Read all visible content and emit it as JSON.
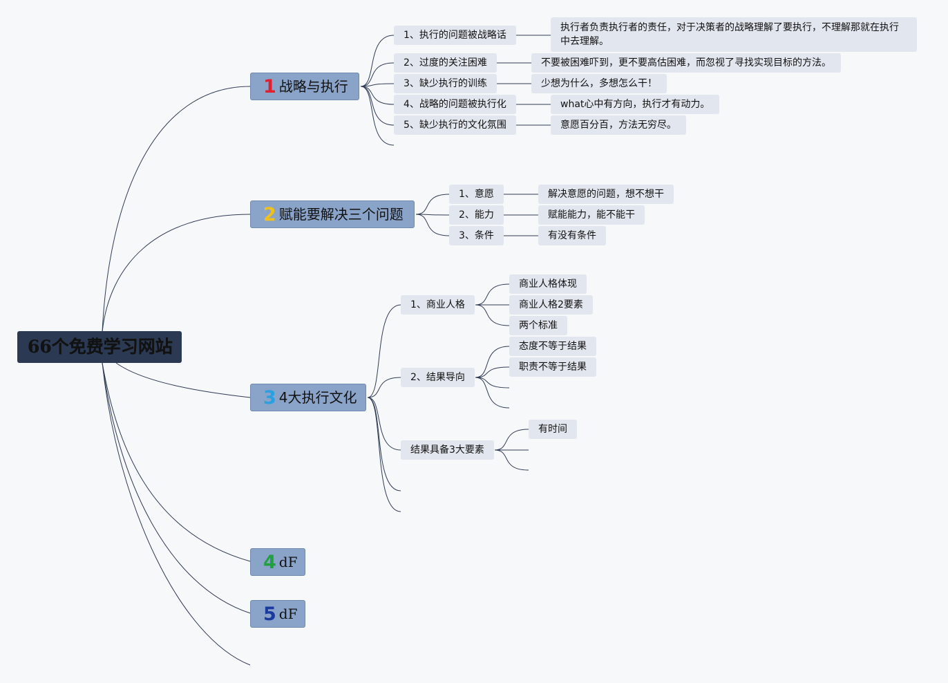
{
  "root": {
    "label": "66个免费学习网站"
  },
  "branches": [
    {
      "num": "1",
      "num_color": "#e02030",
      "label": "战略与执行",
      "items": [
        {
          "label": "1、执行的问题被战略话",
          "note": "执行者负责执行者的责任，对于决策者的战略理解了要执行，不理解那就在执行中去理解。"
        },
        {
          "label": "2、过度的关注困难",
          "note": "不要被困难吓到，更不要高估困难，而忽视了寻找实现目标的方法。"
        },
        {
          "label": "3、缺少执行的训练",
          "note": "少想为什么，多想怎么干！"
        },
        {
          "label": "4、战略的问题被执行化",
          "note": "what心中有方向，执行才有动力。"
        },
        {
          "label": "5、缺少执行的文化氛围",
          "note": "意愿百分百，方法无穷尽。"
        }
      ]
    },
    {
      "num": "2",
      "num_color": "#f0c020",
      "label": "赋能要解决三个问题",
      "items": [
        {
          "label": "1、意愿",
          "note": "解决意愿的问题，想不想干"
        },
        {
          "label": "2、能力",
          "note": "赋能能力，能不能干"
        },
        {
          "label": "3、条件",
          "note": "有没有条件"
        }
      ]
    },
    {
      "num": "3",
      "num_color": "#2aa0e0",
      "label": "4大执行文化",
      "items": [
        {
          "label": "1、商业人格",
          "children": [
            "商业人格体现",
            "商业人格2要素",
            "两个标准"
          ]
        },
        {
          "label": "2、结果导向",
          "children": [
            "态度不等于结果",
            "职责不等于结果"
          ]
        },
        {
          "label": "结果具备3大要素",
          "children": [
            "有时间"
          ]
        }
      ]
    },
    {
      "num": "4",
      "num_color": "#20a040",
      "label": "dF"
    },
    {
      "num": "5",
      "num_color": "#1a3aa0",
      "label": "dF"
    }
  ],
  "colors": {
    "line": "#2f3b54",
    "main_node": "#8aa3c8",
    "sub_node": "#e2e6ee",
    "root_node": "#2b3a52"
  }
}
